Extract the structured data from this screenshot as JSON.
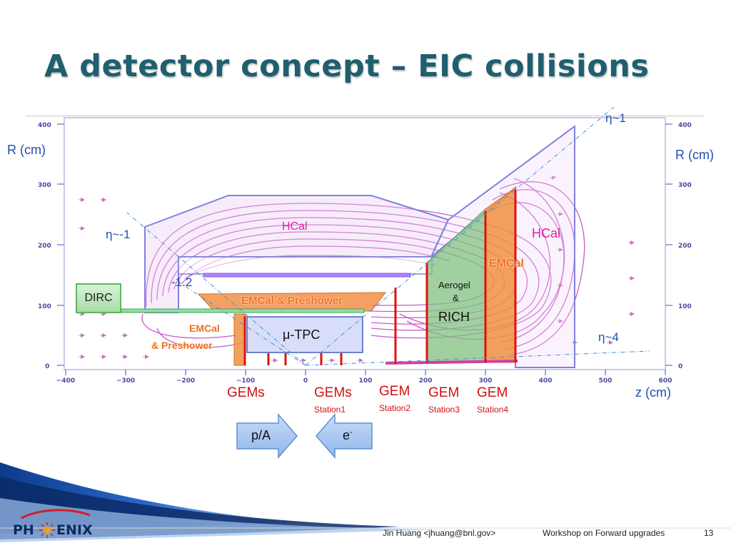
{
  "slide": {
    "title": "A detector concept – EIC collisions",
    "page_number": "13"
  },
  "diagram": {
    "axis": {
      "r_label_left": "R (cm)",
      "r_label_right": "R (cm)",
      "z_label": "z (cm)",
      "r_ticks": [
        "400",
        "300",
        "200",
        "100",
        "0"
      ],
      "z_ticks": [
        "−400",
        "−300",
        "−200",
        "−100",
        "0",
        "100",
        "200",
        "300",
        "400",
        "500",
        "600"
      ]
    },
    "labels": {
      "eta_1": "η~1",
      "eta_m1": "η~-1",
      "eta_4": "η~4",
      "eta_m12": "-1.2",
      "hcal_center": "HCal",
      "hcal_right": "HCal",
      "emcal_right": "EMCal",
      "emcal_preshower_barrel": "EMCal & Preshower",
      "emcal_left_1": "EMCal",
      "emcal_left_2": "& Preshower",
      "dirc": "DIRC",
      "tpc": "μ-TPC",
      "aerogel_1": "Aerogel",
      "aerogel_2": "&",
      "rich": "RICH"
    },
    "gems": [
      {
        "main": "GEMs",
        "sub": ""
      },
      {
        "main": "GEMs",
        "sub": "Station1"
      },
      {
        "main": "GEM",
        "sub": "Station2"
      },
      {
        "main": "GEM",
        "sub": "Station3"
      },
      {
        "main": "GEM",
        "sub": "Station4"
      }
    ],
    "beams": {
      "left": "p/A",
      "right_base": "e",
      "right_sup": "-"
    },
    "colors": {
      "field_lines": "#c040c0",
      "hcal_outline": "#8080e0",
      "gem_red": "#e01010",
      "emcal_orange": "#f08030",
      "rich_green": "#80c080",
      "label_blue": "#1f4fb0"
    }
  },
  "footer": {
    "author": "Jin Huang <jhuang@bnl.gov>",
    "event": "Workshop on Forward upgrades",
    "logo_left": "PH",
    "logo_right": "ENIX"
  }
}
